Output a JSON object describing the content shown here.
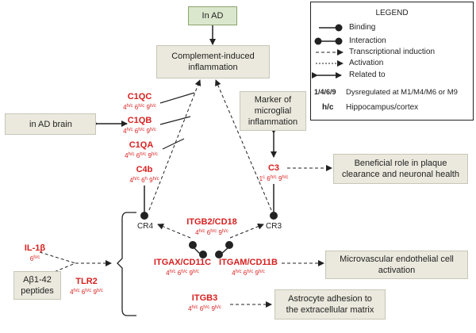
{
  "boxes": {
    "in_ad": "In AD",
    "complement": "Complement-induced\ninflammation",
    "ad_brain": "in AD brain",
    "marker": "Marker of\nmicroglial\ninflammation",
    "beneficial": "Beneficial role in plaque\nclearance and neuronal health",
    "abeta": "Aβ1-42\npeptides",
    "microvascular": "Microvascular endothelial cell\nactivation",
    "astrocyte": "Astrocyte adhesion to\nthe extracellular matrix"
  },
  "genes": {
    "c1qc": {
      "name": "C1QC",
      "regions": [
        [
          "4",
          "h/c"
        ],
        [
          "6",
          "h/c"
        ],
        [
          "9",
          "h/c"
        ]
      ]
    },
    "c1qb": {
      "name": "C1QB",
      "regions": [
        [
          "4",
          "h/c"
        ],
        [
          "6",
          "h/c"
        ],
        [
          "9",
          "h/c"
        ]
      ]
    },
    "c1qa": {
      "name": "C1QA",
      "regions": [
        [
          "4",
          "h/c"
        ],
        [
          "6",
          "h/c"
        ],
        [
          "9",
          "h/c"
        ]
      ]
    },
    "c4b": {
      "name": "C4b",
      "regions": [
        [
          "4",
          "h/c"
        ],
        [
          "6",
          "h"
        ],
        [
          "9",
          "h/c"
        ]
      ]
    },
    "c3": {
      "name": "C3",
      "regions": [
        [
          "1",
          "c"
        ],
        [
          "6",
          "h/c"
        ],
        [
          "9",
          "h/c"
        ]
      ]
    },
    "itgb2": {
      "name": "ITGB2/CD18",
      "regions": [
        [
          "4",
          "h/c"
        ],
        [
          "6",
          "h/c"
        ],
        [
          "9",
          "h/c"
        ]
      ]
    },
    "itgax": {
      "name": "ITGAX/CD11C",
      "regions": [
        [
          "4",
          "h/c"
        ],
        [
          "6",
          "h/c"
        ],
        [
          "9",
          "h/c"
        ]
      ]
    },
    "itgam": {
      "name": "ITGAM/CD11B",
      "regions": [
        [
          "4",
          "h/c"
        ],
        [
          "6",
          "h/c"
        ],
        [
          "9",
          "h/c"
        ]
      ]
    },
    "il1b": {
      "name": "IL-1β",
      "regions": [
        [
          "6",
          "h/c"
        ]
      ]
    },
    "tlr2": {
      "name": "TLR2",
      "regions": [
        [
          "4",
          "h/c"
        ],
        [
          "6",
          "h/c"
        ],
        [
          "9",
          "h/c"
        ]
      ]
    },
    "itgb3": {
      "name": "ITGB3",
      "regions": [
        [
          "4",
          "h/c"
        ],
        [
          "6",
          "h/c"
        ],
        [
          "9",
          "h/c"
        ]
      ]
    }
  },
  "receptors": {
    "cr4": "CR4",
    "cr3": "CR3"
  },
  "legend": {
    "title": "LEGEND",
    "binding": "Binding",
    "interaction": "Interaction",
    "transcriptional": "Transcriptional induction",
    "activation": "Activation",
    "related": "Related to",
    "modules_key": "1/4/6/9",
    "modules_text": "Dysregulated at M1/M4/M6 or M9",
    "region_key": "h/c",
    "region_text": "Hippocampus/cortex"
  },
  "colors": {
    "gene": "#d81e1e",
    "box": "#ebe9dd",
    "line": "#222222"
  }
}
